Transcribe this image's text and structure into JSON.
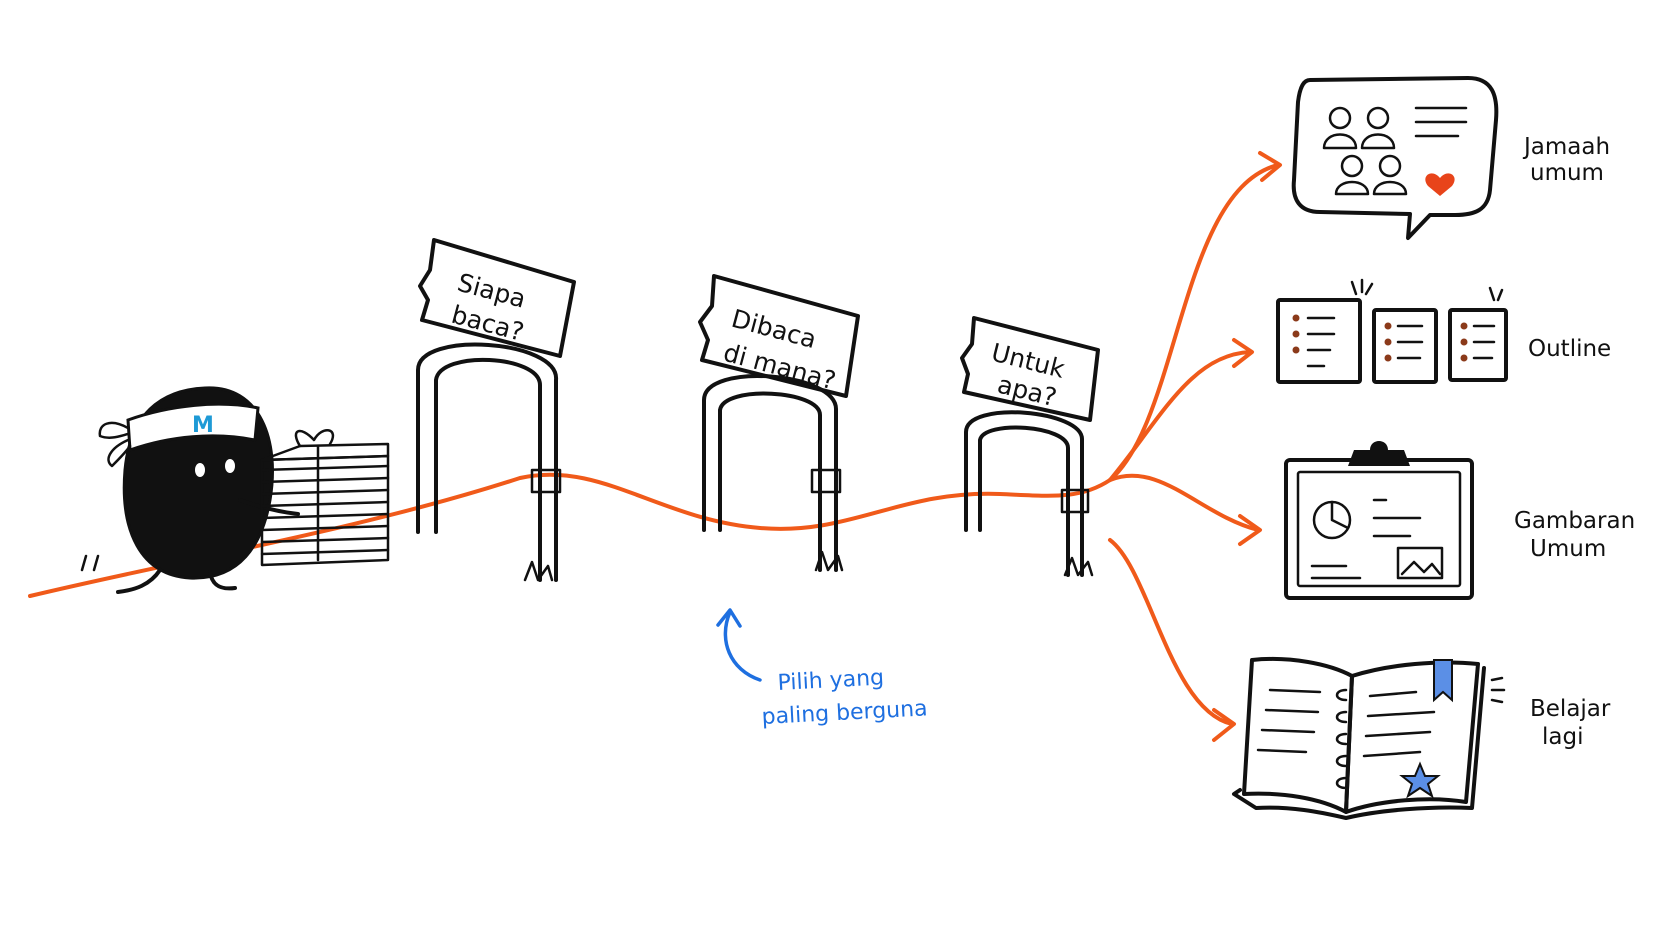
{
  "colors": {
    "path": "#f05a1a",
    "note": "#1e6fe0",
    "ink": "#111111",
    "heart": "#e8441a",
    "bookmark": "#5b8fe6"
  },
  "character": {
    "headband_logo": "M"
  },
  "gates": [
    {
      "lines": [
        "Siapa",
        "baca?"
      ]
    },
    {
      "lines": [
        "Dibaca",
        "di mana?"
      ]
    },
    {
      "lines": [
        "Untuk",
        "apa?"
      ]
    }
  ],
  "note": {
    "lines": [
      "Pilih yang",
      "paling berguna"
    ]
  },
  "outputs": [
    {
      "icon": "audience-chat-icon",
      "lines": [
        "Jamaah",
        "umum"
      ]
    },
    {
      "icon": "outline-docs-icon",
      "lines": [
        "Outline"
      ]
    },
    {
      "icon": "clipboard-overview-icon",
      "lines": [
        "Gambaran",
        "Umum"
      ]
    },
    {
      "icon": "study-book-icon",
      "lines": [
        "Belajar",
        "lagi"
      ]
    }
  ]
}
